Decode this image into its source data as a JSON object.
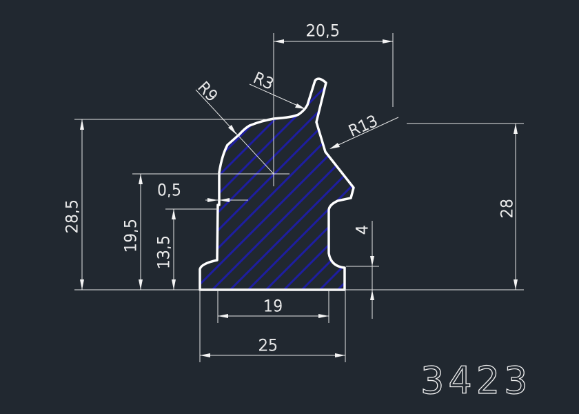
{
  "drawing": {
    "part_number": "3423",
    "colors": {
      "background": "#212830",
      "outline": "#ffffff",
      "hatch": "#1e1ea0",
      "dimension": "#e8e8e8"
    },
    "dimensions": {
      "top_width": "20,5",
      "radius_r9": "R9",
      "radius_r3": "R3",
      "radius_r13": "R13",
      "overall_height_left": "28,5",
      "height_19_5": "19,5",
      "height_13_5": "13,5",
      "offset_0_5": "0,5",
      "right_height": "28",
      "step_height": "4",
      "inner_width": "19",
      "base_width": "25"
    }
  }
}
